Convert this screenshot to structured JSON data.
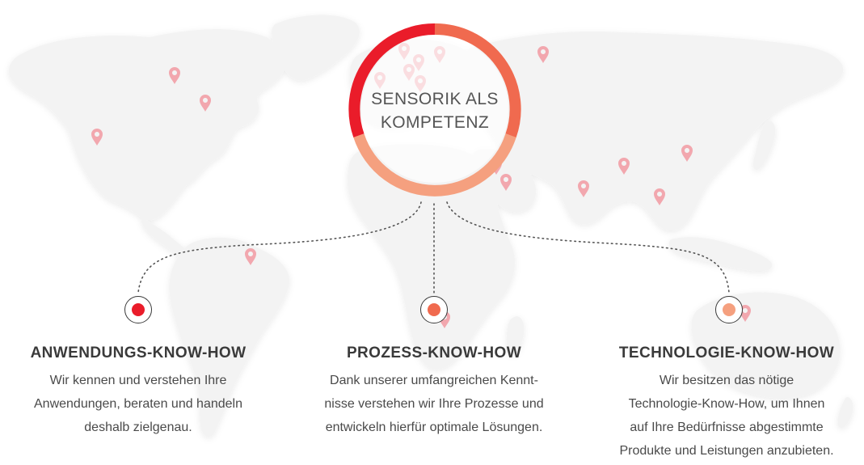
{
  "center": {
    "title_line1": "SENSORIK ALS",
    "title_line2": "KOMPETENZ"
  },
  "colors": {
    "ring_red": "#ea1c2a",
    "ring_orange": "#f06a4f",
    "ring_salmon": "#f5a07f",
    "map_land": "#f3f3f3",
    "pin": "#f2a7ae",
    "heading_text": "#3a3a3a",
    "body_text": "#4a4a4a"
  },
  "columns": [
    {
      "heading": "ANWENDUNGS-KNOW-HOW",
      "accent": "#ea1c2a",
      "lines": [
        "Wir kennen und verstehen Ihre",
        "Anwendungen, beraten und handeln",
        "deshalb zielgenau."
      ]
    },
    {
      "heading": "PROZESS-KNOW-HOW",
      "accent": "#f06a4f",
      "lines": [
        "Dank unserer umfangreichen Kennt-",
        "nisse verstehen wir Ihre Prozesse und",
        "entwickeln hierfür optimale Lösungen."
      ]
    },
    {
      "heading": "TECHNOLOGIE-KNOW-HOW",
      "accent": "#f5a07f",
      "lines": [
        "Wir besitzen das nötige",
        "Technologie-Know-How, um Ihnen",
        "auf Ihre Bedürfnisse abgestimmte",
        "Produkte und Leistungen anzubieten."
      ]
    }
  ],
  "icons": {
    "pin": "map-pin-icon"
  }
}
